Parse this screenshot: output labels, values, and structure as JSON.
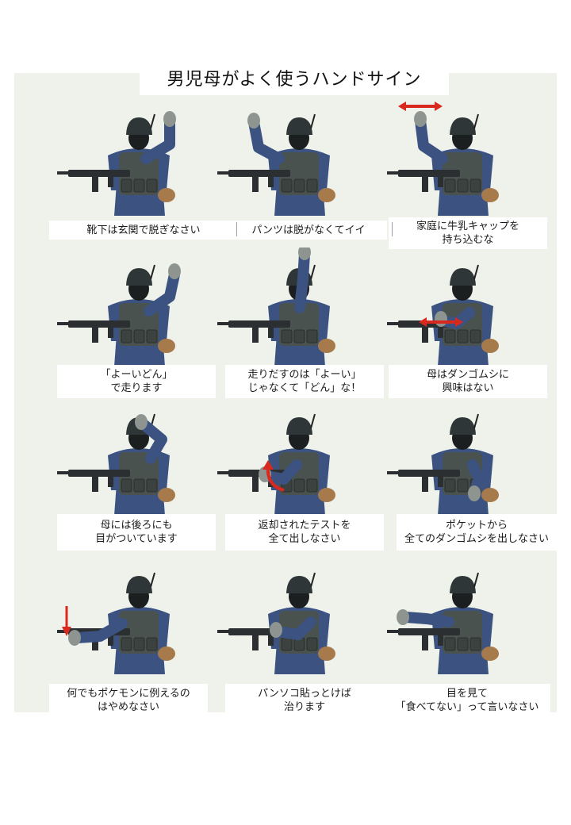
{
  "title": "男児母がよく使うハンドサイン",
  "signs": [
    {
      "lines": [
        "靴下は玄関で脱ぎなさい"
      ],
      "gesture": "open-palm",
      "arrow": ""
    },
    {
      "lines": [
        "パンツは脱がなくてイイ"
      ],
      "gesture": "ok-sign",
      "arrow": ""
    },
    {
      "lines": [
        "家庭に牛乳キャップを",
        "持ち込むな"
      ],
      "gesture": "fist-raised",
      "arrow": "left-right"
    },
    {
      "lines": [
        "「よーいどん」",
        "で走ります"
      ],
      "gesture": "finger-point-up",
      "arrow": ""
    },
    {
      "lines": [
        "走りだすのは「よーい」",
        "じゃなくて「どん」な！"
      ],
      "gesture": "arm-straight-up",
      "arrow": ""
    },
    {
      "lines": [
        "母はダンゴムシに",
        "興味はない"
      ],
      "gesture": "hand-wave-chest",
      "arrow": "left-right"
    },
    {
      "lines": [
        "母には後ろにも",
        "目がついています"
      ],
      "gesture": "hand-on-head",
      "arrow": ""
    },
    {
      "lines": [
        "返却されたテストを",
        "全て出しなさい"
      ],
      "gesture": "hand-sweep",
      "arrow": "curve-up"
    },
    {
      "lines": [
        "ポケットから",
        "全てのダンゴムシを出しなさい"
      ],
      "gesture": "hand-down",
      "arrow": ""
    },
    {
      "lines": [
        "何でもポケモンに例えるの",
        "はやめなさい"
      ],
      "gesture": "hand-lowered",
      "arrow": "down"
    },
    {
      "lines": [
        "パンソコ貼っとけば",
        "治ります"
      ],
      "gesture": "arm-across",
      "arrow": ""
    },
    {
      "lines": [
        "目を見て",
        "「食べてない」って言いなさい"
      ],
      "gesture": "hand-forward",
      "arrow": ""
    }
  ],
  "colors": {
    "background": "#eef2ea",
    "caption_bg": "#ffffff",
    "uniform": "#3c5382",
    "vest": "#4a524f",
    "helmet": "#2e3638",
    "glove": "#8e9590",
    "rifle": "#2b2f31",
    "pouch": "#a77a4c",
    "arrow": "#d9281e"
  }
}
